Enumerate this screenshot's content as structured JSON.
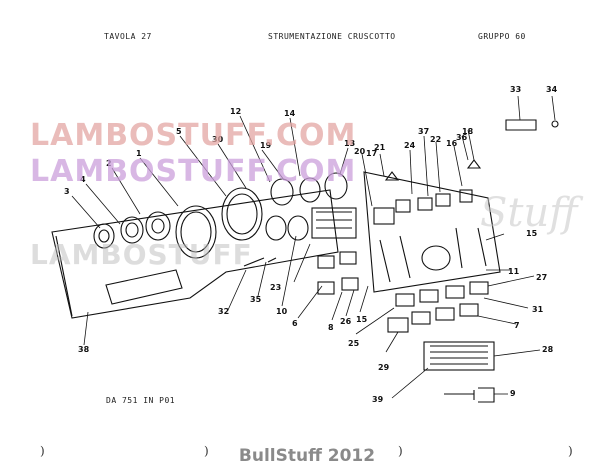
{
  "header": {
    "table": "TAVOLA 27",
    "title": "STRUMENTAZIONE CRUSCOTTO",
    "group": "GRUPPO 60"
  },
  "code": "DA 751   IN P01",
  "watermarks": [
    "LAMBOSTUFF.COM",
    "LAMBOSTUFF.COM",
    "LAMBOSTUFF",
    "Stuff"
  ],
  "footer": "BullStuff 2012",
  "parens": [
    ")",
    ")",
    ")",
    ")"
  ],
  "labels": [
    "1",
    "2",
    "3",
    "4",
    "5",
    "6",
    "7",
    "8",
    "9",
    "10",
    "11",
    "12",
    "13",
    "14",
    "15",
    "15",
    "16",
    "17",
    "18",
    "19",
    "20",
    "21",
    "22",
    "23",
    "24",
    "25",
    "26",
    "27",
    "28",
    "29",
    "30",
    "31",
    "32",
    "33",
    "34",
    "35",
    "36",
    "37",
    "38",
    "39"
  ],
  "colors": {
    "ink": "#111111",
    "watermark_red": "#e3a6a3",
    "watermark_purple": "#cba0dc",
    "footer": "#8a8a8a"
  }
}
